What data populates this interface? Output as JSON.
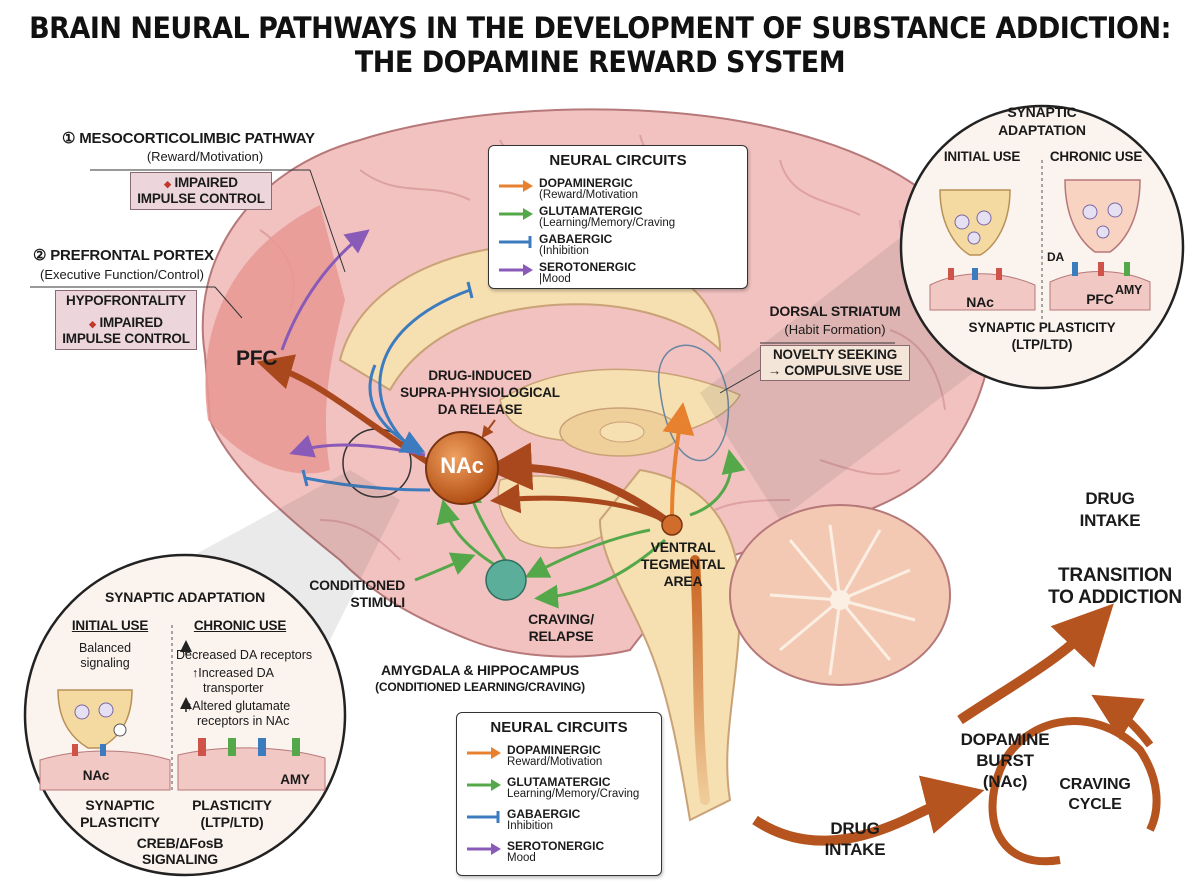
{
  "title": {
    "line1": "BRAIN NEURAL PATHWAYS IN THE DEVELOPMENT OF SUBSTANCE ADDICTION:",
    "line2": "THE DOPAMINE REWARD SYSTEM"
  },
  "pathways": {
    "mesocorticolimbic": {
      "number": "①",
      "title": "MESOCORTICOLIMBIC PATHWAY",
      "subtitle": "(Reward/Motivation)",
      "box_l1": "IMPAIRED",
      "box_l2": "IMPULSE CONTROL"
    },
    "prefrontal": {
      "number": "②",
      "title": "PREFRONTAL PORTEX",
      "subtitle": "(Executive Function/Control)",
      "box_l1": "HYPOFRONTALITY",
      "box_l2": "IMPAIRED",
      "box_l3": "IMPULSE CONTROL"
    },
    "bullet_glyph": "◆"
  },
  "regions": {
    "pfc": "PFC",
    "nac": "NAc",
    "drug_induced": [
      "DRUG-INDUCED",
      "SUPRA-PHYSIOLOGICAL",
      "DA RELEASE"
    ],
    "dorsal_striatum": {
      "title": "DORSAL STRIATUM",
      "subtitle": "(Habit Formation)",
      "box_l1": "NOVELTY SEEKING",
      "box_l2": "→ COMPULSIVE USE"
    },
    "vta": [
      "VENTRAL",
      "TEGMENTAL",
      "AREA"
    ],
    "conditioned": [
      "CONDITIONED",
      "STIMULI"
    ],
    "craving_relapse": [
      "CRAVING/",
      "RELAPSE"
    ],
    "amygdala": {
      "title": "AMYGDALA & HIPPOCAMPUS",
      "subtitle": "(CONDITIONED LEARNING/CRAVING)"
    }
  },
  "legend_top": {
    "title": "NEURAL CIRCUITS",
    "items": [
      {
        "name": "DOPAMINERGIC",
        "desc": "(Reward/Motivation",
        "color": "#e8812f",
        "end": "arrow"
      },
      {
        "name": "GLUTAMATERGIC",
        "desc": "(Learning/Memory/Craving",
        "color": "#55a84a",
        "end": "arrow"
      },
      {
        "name": "GABAERGIC",
        "desc": "(Inhibition",
        "color": "#3d7bbf",
        "end": "bar"
      },
      {
        "name": "SEROTONERGIC",
        "desc": "|Mood",
        "color": "#8a5ab8",
        "end": "arrow"
      }
    ]
  },
  "legend_bottom": {
    "title": "NEURAL CIRCUITS",
    "items": [
      {
        "name": "DOPAMINERGIC",
        "desc": "Reward/Motivation",
        "color": "#e8812f",
        "end": "arrow"
      },
      {
        "name": "GLUTAMATERGIC",
        "desc": "Learning/Memory/Craving",
        "color": "#55a84a",
        "end": "arrow"
      },
      {
        "name": "GABAERGIC",
        "desc": "Inhibition",
        "color": "#3d7bbf",
        "end": "bar"
      },
      {
        "name": "SEROTONERGIC",
        "desc": "Mood",
        "color": "#8a5ab8",
        "end": "arrow"
      }
    ]
  },
  "inset_top_right": {
    "title_l1": "SYNAPTIC",
    "title_l2": "ADAPTATION",
    "initial": "INITIAL USE",
    "chronic": "CHRONIC USE",
    "da": "DA",
    "nac": "NAc",
    "pfc": "PFC",
    "amy": "AMY",
    "footer_l1": "SYNAPTIC PLASTICITY",
    "footer_l2": "(LTP/LTD)"
  },
  "inset_bottom_left": {
    "title": "SYNAPTIC ADAPTATION",
    "initial": "INITIAL USE",
    "chronic": "CHRONIC USE",
    "balanced_l1": "Balanced",
    "balanced_l2": "signaling",
    "decreased": "Decreased DA receptors",
    "increased_l1": "Increased DA",
    "increased_l2": "transporter",
    "altered_l1": "Altered glutamate",
    "altered_l2": "receptors in NAc",
    "up_glyph": "↑",
    "nac": "NAc",
    "amy": "AMY",
    "syn_l1": "SYNAPTIC",
    "syn_l2": "PLASTICITY",
    "plast_l1": "PLASTICITY",
    "plast_l2": "(LTP/LTD)",
    "creb_l1": "CREB/ΔFosB",
    "creb_l2": "SIGNALING"
  },
  "cycle": {
    "drug_intake_top": [
      "DRUG",
      "INTAKE"
    ],
    "transition": [
      "TRANSITION",
      "TO ADDICTION"
    ],
    "dopamine_burst": [
      "DOPAMINE",
      "BURST",
      "(NAc)"
    ],
    "craving_cycle": [
      "CRAVING",
      "CYCLE"
    ],
    "drug_intake_bottom": [
      "DRUG",
      "INTAKE"
    ]
  },
  "colors": {
    "brain": "#f2c2c0",
    "pfc_region": "#e99893",
    "limbic": "#f6dfb0",
    "nac_node": "#c9621f",
    "dopamine": "#e8812f",
    "glutamate": "#55a84a",
    "gaba": "#3d7bbf",
    "serotonin": "#8a5ab8",
    "cycle_arrow": "#b5541f"
  }
}
